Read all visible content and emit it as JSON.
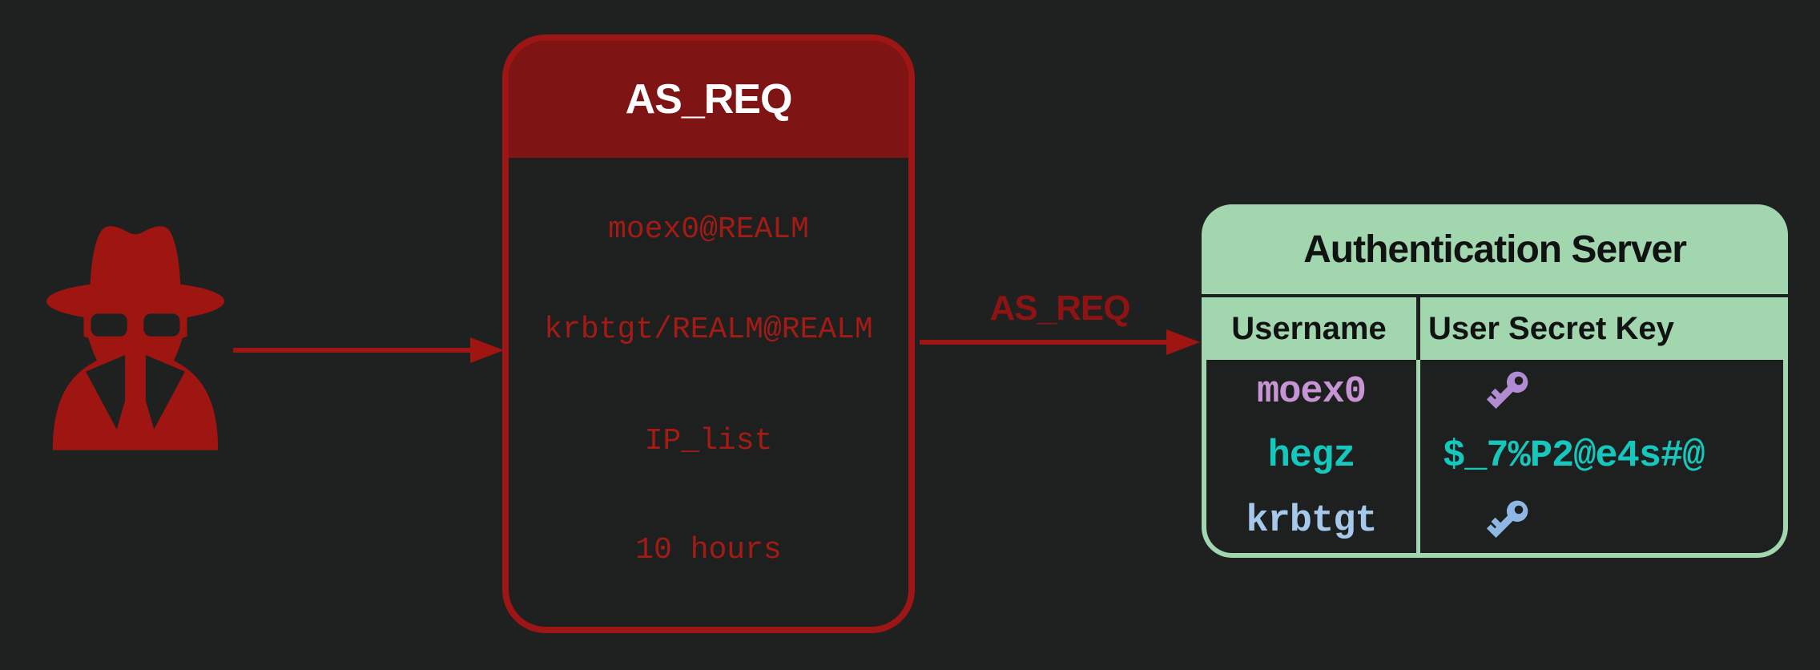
{
  "canvas": {
    "background": "#1e211f"
  },
  "attacker": {
    "icon": "spy-attacker-icon",
    "color": "#9e1512"
  },
  "request_arrow": {
    "color": "#9e1512"
  },
  "as_req_box": {
    "title": "AS_REQ",
    "title_color": "#ffffff",
    "header_fill": "#7e1413",
    "border_color": "#9d1514",
    "field_color": "#a41b16",
    "fields": [
      "moex0@REALM",
      "krbtgt/REALM@REALM",
      "IP_list",
      "10 hours"
    ]
  },
  "transfer_arrow": {
    "label": "AS_REQ",
    "label_color": "#8e1312",
    "color": "#9e1512"
  },
  "auth_server": {
    "title": "Authentication Server",
    "fill": "#a2d6ae",
    "cell_fill": "#1d201f",
    "columns": [
      "Username",
      "User Secret Key"
    ],
    "rows": [
      {
        "username": "moex0",
        "username_color": "#c795d3",
        "secret_icon": "key-icon",
        "key_color": "#b18cd2"
      },
      {
        "username": "hegz",
        "username_color": "#15c7bd",
        "secret": "$_7%P2@e4s#@",
        "secret_color": "#15c7bd"
      },
      {
        "username": "krbtgt",
        "username_color": "#a6c8ea",
        "secret_icon": "key-icon",
        "key_color": "#8fb7e3"
      }
    ]
  }
}
